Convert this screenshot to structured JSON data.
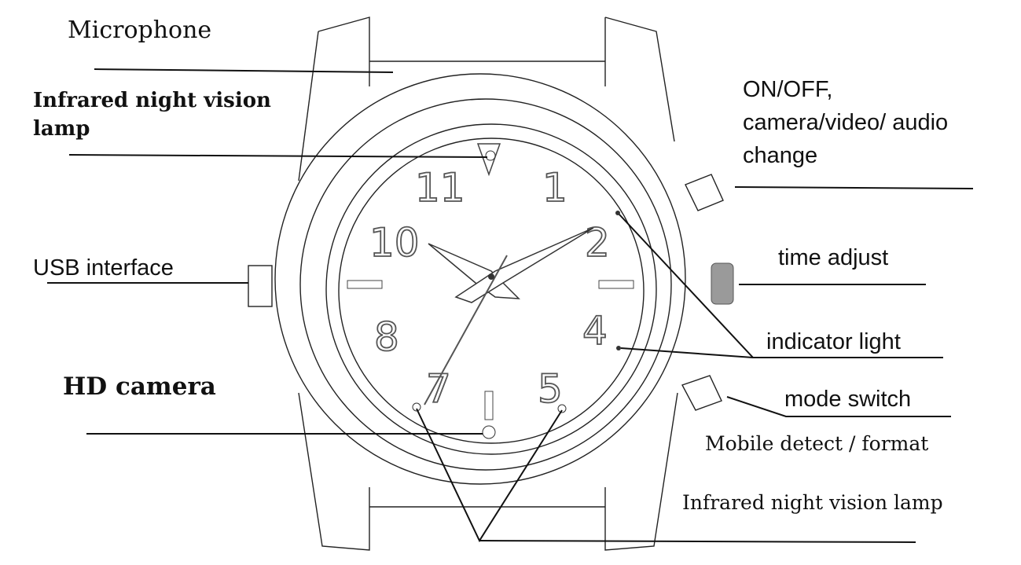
{
  "labels": {
    "microphone": "Microphone",
    "ir_lamp_top_line1": "Infrared night vision",
    "ir_lamp_top_line2": "lamp",
    "usb": "USB interface",
    "hd_camera": "HD camera",
    "onoff_line1": "ON/OFF,",
    "onoff_line2": "camera/video/ audio",
    "onoff_line3": "change",
    "time_adjust": "time adjust",
    "indicator": "indicator light",
    "mode_switch": "mode switch",
    "mobile_detect": "Mobile detect / format",
    "ir_lamp_bottom": "Infrared night vision lamp"
  },
  "dial_numerals": [
    "11",
    "1",
    "10",
    "2",
    "8",
    "4",
    "7",
    "5"
  ],
  "colors": {
    "line": "#111111",
    "time_adjust_button": "#9a9a9a"
  }
}
